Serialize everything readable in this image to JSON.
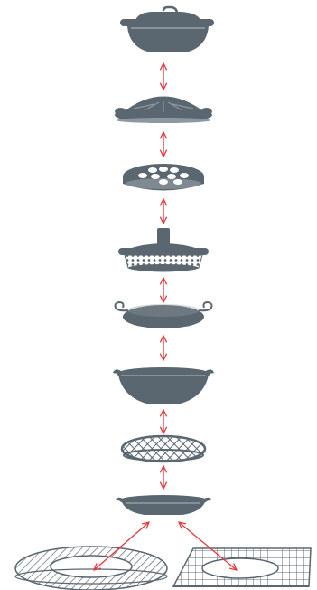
{
  "colors": {
    "cookware": "#5b6770",
    "cookware_light": "#8e98a0",
    "arrow": "#e8363a",
    "background": "#ffffff"
  },
  "parts": [
    {
      "name": "dutch-oven-pot-with-lid",
      "icon": "covered-pot-icon"
    },
    {
      "name": "domed-lid",
      "icon": "domed-lid-icon"
    },
    {
      "name": "egg-poacher-plate",
      "icon": "egg-poacher-icon"
    },
    {
      "name": "steamer-insert",
      "icon": "steamer-icon"
    },
    {
      "name": "handled-griddle-plate",
      "icon": "griddle-plate-icon"
    },
    {
      "name": "deep-skillet",
      "icon": "deep-skillet-icon"
    },
    {
      "name": "round-grill-grate",
      "icon": "round-grate-icon"
    },
    {
      "name": "shallow-base-pan",
      "icon": "shallow-pan-icon"
    },
    {
      "name": "round-hatched-ring",
      "icon": "round-ring-icon"
    },
    {
      "name": "rectangular-grill-grate",
      "icon": "rectangular-grate-icon"
    }
  ]
}
